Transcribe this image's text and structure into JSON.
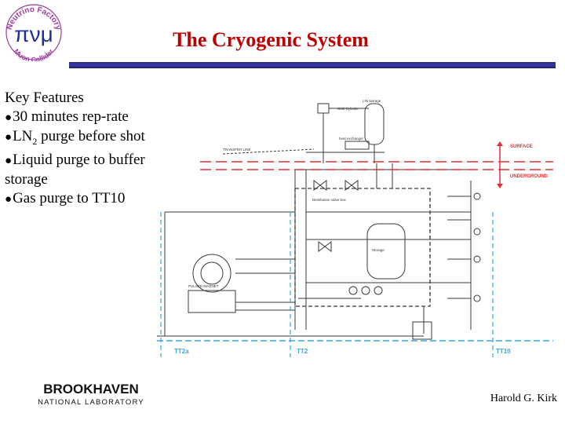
{
  "logo": {
    "top_text": "Neutrino Factory",
    "bottom_text": "Muon Collider",
    "symbol": "πνμ"
  },
  "title": "The Cryogenic System",
  "features": {
    "heading": "Key Features",
    "items": [
      {
        "pre": "30 minutes rep-rate",
        "sub": "",
        "post": ""
      },
      {
        "pre": "LN",
        "sub": "2",
        "post": " purge before shot"
      },
      {
        "pre": "Liquid purge to buffer storage",
        "sub": "",
        "post": ""
      },
      {
        "pre": "Gas purge to TT10",
        "sub": "",
        "post": ""
      }
    ]
  },
  "diagram": {
    "surface": "SURFACE",
    "underground": "UNDERGROUND",
    "tt2a": "TT2a",
    "tt2": "TT2",
    "tt10": "TT10",
    "dist_valve_box": "Distribution valve box",
    "pulsed_magnet": "PULSED MAGNET",
    "gas_cylinder": "GN2 Cylinder",
    "heat_exchanger": "heat exchanger",
    "lin_storage": "LIN storage",
    "buffer_storage": "Storage",
    "transfer_line": "TRANSFER LINE",
    "colors": {
      "line": "#3a3a3a",
      "tunnel": "#33a8e6",
      "surface": "#e03030"
    }
  },
  "footer": {
    "bnl_top": "BROOKHAVEN",
    "bnl_bottom": "NATIONAL LABORATORY",
    "author": "Harold G. Kirk"
  }
}
